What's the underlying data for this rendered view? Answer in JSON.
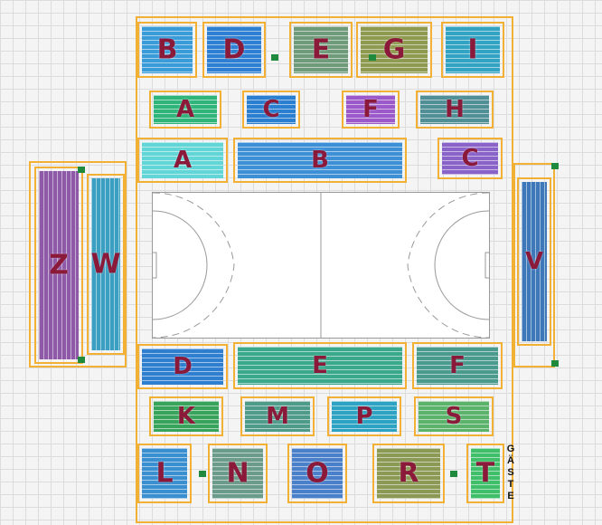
{
  "plan": {
    "blocks": [
      {
        "id": "B-top",
        "label": "B",
        "color": "#3a9bd9"
      },
      {
        "id": "D-top",
        "label": "D",
        "color": "#2d7fd3"
      },
      {
        "id": "E-top",
        "label": "E",
        "color": "#6f9b7a"
      },
      {
        "id": "G-top",
        "label": "G",
        "color": "#8e9a4f"
      },
      {
        "id": "I-top",
        "label": "I",
        "color": "#33a3c4"
      },
      {
        "id": "A-upper",
        "label": "A",
        "color": "#2fb57a"
      },
      {
        "id": "C-upper",
        "label": "C",
        "color": "#2a7fd0"
      },
      {
        "id": "F-upper",
        "label": "F",
        "color": "#9b59c9"
      },
      {
        "id": "H-upper",
        "label": "H",
        "color": "#4f8f95"
      },
      {
        "id": "A-lower",
        "label": "A",
        "color": "#62d6d6"
      },
      {
        "id": "B-lower",
        "label": "B",
        "color": "#3d8fd6"
      },
      {
        "id": "C-lower",
        "label": "C",
        "color": "#8a63c9"
      },
      {
        "id": "Z",
        "label": "Z",
        "color": "#8e5aa8"
      },
      {
        "id": "W",
        "label": "W",
        "color": "#3a9fc0"
      },
      {
        "id": "V",
        "label": "V",
        "color": "#3f78b8"
      },
      {
        "id": "D-lower",
        "label": "D",
        "color": "#2f7fd0"
      },
      {
        "id": "E-lower",
        "label": "E",
        "color": "#3aa88b"
      },
      {
        "id": "F-lower",
        "label": "F",
        "color": "#4a9a8e"
      },
      {
        "id": "K",
        "label": "K",
        "color": "#38a35a"
      },
      {
        "id": "M",
        "label": "M",
        "color": "#4f9b8a"
      },
      {
        "id": "P",
        "label": "P",
        "color": "#2ca3c2"
      },
      {
        "id": "S",
        "label": "S",
        "color": "#5bb36b"
      },
      {
        "id": "L",
        "label": "L",
        "color": "#3a8fd0"
      },
      {
        "id": "N",
        "label": "N",
        "color": "#6b9b8a"
      },
      {
        "id": "O",
        "label": "O",
        "color": "#4a7fc9"
      },
      {
        "id": "R",
        "label": "R",
        "color": "#8a9a55"
      },
      {
        "id": "T",
        "label": "T",
        "color": "#3fbf6a"
      }
    ],
    "guest_label": "GÄSTE"
  }
}
